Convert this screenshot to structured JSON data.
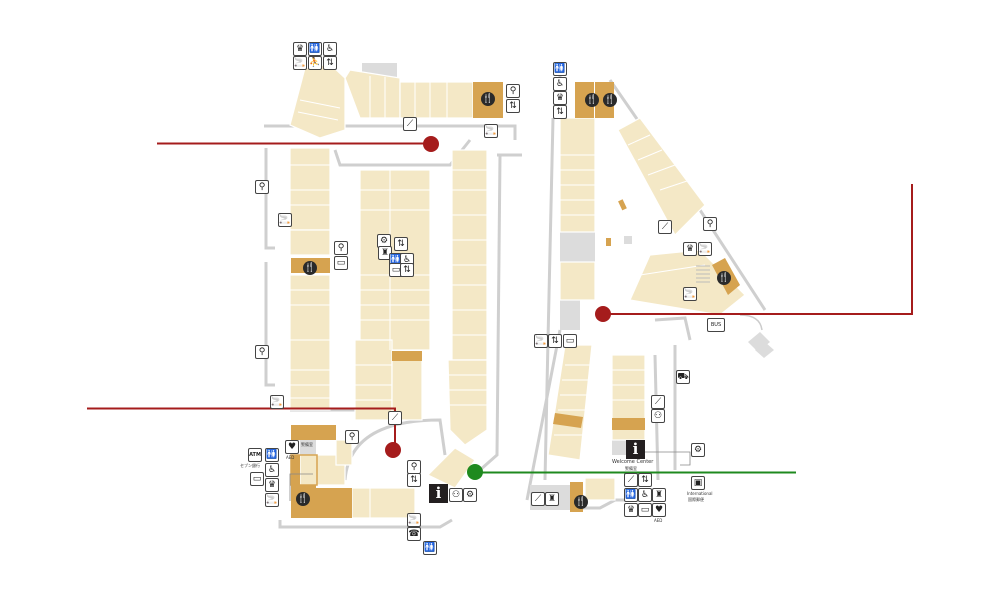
{
  "colors": {
    "store": "#f4e8c6",
    "anchor": "#d6a350",
    "wall": "#cfcfcf",
    "service": "#dcdcdc",
    "marker_red": "#a51c1c",
    "marker_green": "#1f8a1f"
  },
  "labels": {
    "atm": "ATM",
    "seven_bank": "セブン銀行",
    "aed": "AED",
    "security_room": "警備室",
    "welcome_center": "Welcome Center",
    "welcome_sub": "警備室",
    "international": "International",
    "international_sub": "国際郵便",
    "bus": "BUS",
    "info": "i"
  },
  "markers": [
    {
      "id": "upper-left",
      "color": "red"
    },
    {
      "id": "lower-left",
      "color": "red"
    },
    {
      "id": "right",
      "color": "red"
    },
    {
      "id": "welcome",
      "color": "green"
    }
  ]
}
